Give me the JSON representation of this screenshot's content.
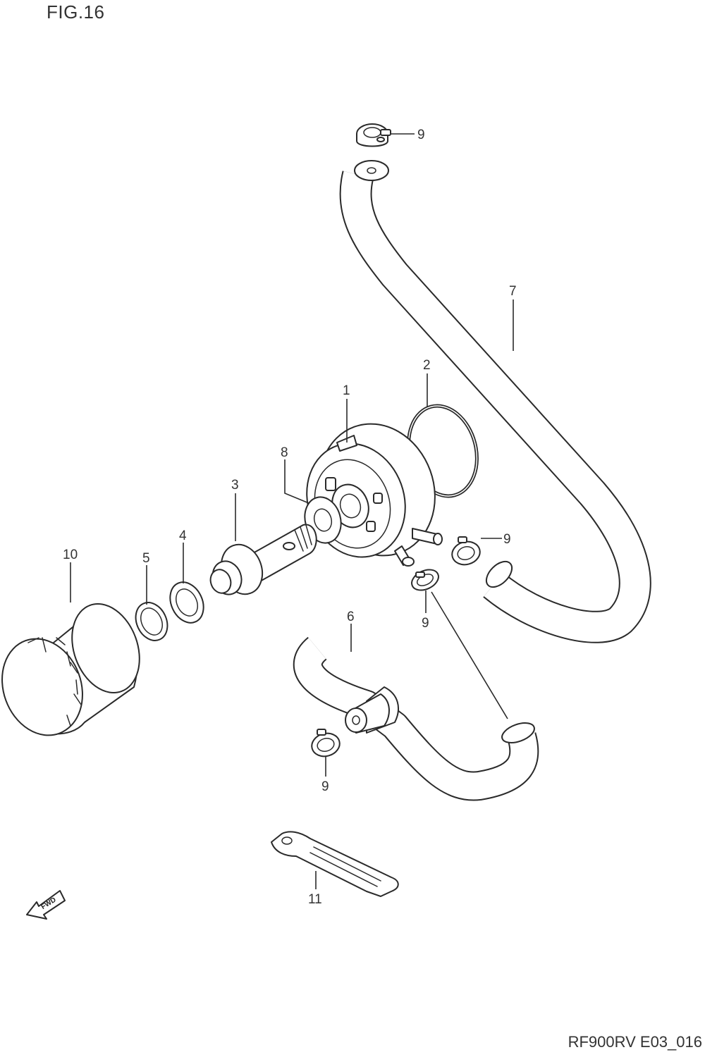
{
  "figure": {
    "title": "FIG.16",
    "code": "RF900RV E03_016",
    "fwd_label": "FWD"
  },
  "callouts": [
    {
      "id": "c1",
      "label": "1"
    },
    {
      "id": "c2",
      "label": "2"
    },
    {
      "id": "c3",
      "label": "3"
    },
    {
      "id": "c4",
      "label": "4"
    },
    {
      "id": "c5",
      "label": "5"
    },
    {
      "id": "c6",
      "label": "6"
    },
    {
      "id": "c7",
      "label": "7"
    },
    {
      "id": "c8",
      "label": "8"
    },
    {
      "id": "c9a",
      "label": "9"
    },
    {
      "id": "c9b",
      "label": "9"
    },
    {
      "id": "c9c",
      "label": "9"
    },
    {
      "id": "c9d",
      "label": "9"
    },
    {
      "id": "c10",
      "label": "10"
    },
    {
      "id": "c11",
      "label": "11"
    }
  ]
}
